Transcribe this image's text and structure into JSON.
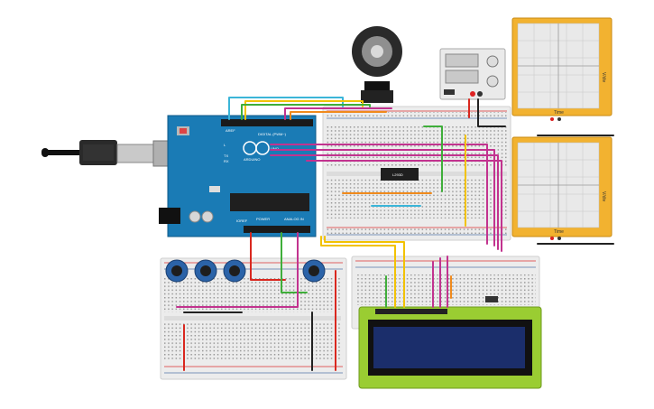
{
  "board": {
    "brand": "ARDUINO",
    "model": "UNO",
    "header_digital": "DIGITAL (PWM~)",
    "header_power": "POWER",
    "header_analog": "ANALOG IN",
    "pin_tx": "TX",
    "pin_rx": "RX",
    "pin_l": "L",
    "label_aref": "AREF",
    "label_ioref": "IOREF"
  },
  "chip": {
    "label": "L293D"
  },
  "oscilloscopes": [
    {
      "axis_label": "Time",
      "side_label": "V/div"
    },
    {
      "axis_label": "Time",
      "side_label": "V/div"
    }
  ],
  "colors": {
    "arduino_blue": "#1a7bb5",
    "wire_pink": "#c2338f",
    "wire_orange": "#f08a1c",
    "wire_yellow": "#f2c200",
    "wire_green": "#3fae3a",
    "wire_red": "#d9281f",
    "wire_black": "#222222",
    "wire_cyan": "#3bb5d8",
    "lcd_green": "#9acd32",
    "lcd_screen": "#1b2e6b",
    "pot_blue": "#2b63a8",
    "scope_orange": "#f2b230"
  },
  "icons": {
    "usb": "usb-cable-icon",
    "motor": "dc-motor-icon",
    "power_supply": "power-supply-icon",
    "potentiometer": "potentiometer-knob-icon",
    "reset": "reset-button-icon",
    "lcd": "lcd-display-icon"
  }
}
